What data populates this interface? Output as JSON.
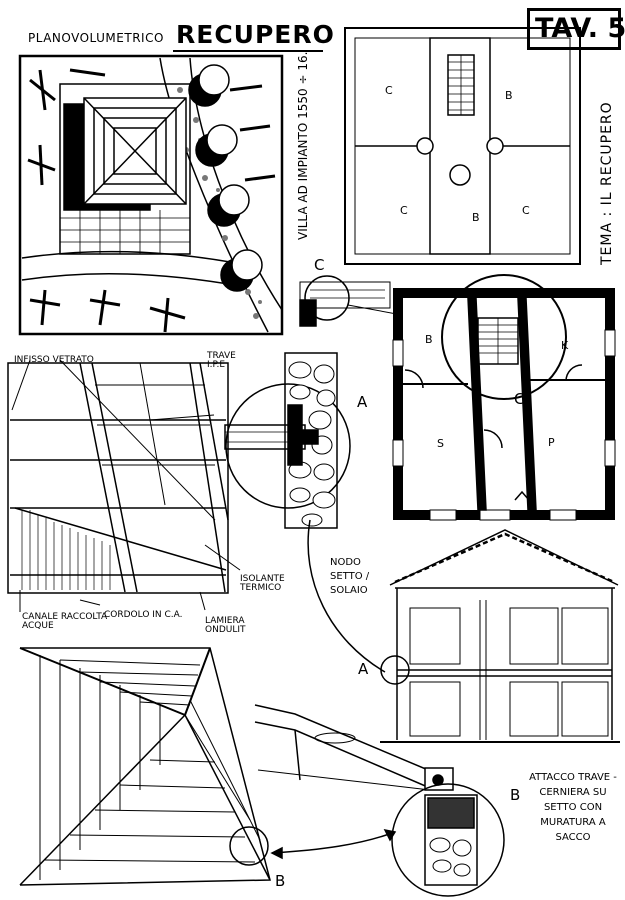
{
  "header": {
    "subtitle": "PLANOVOLUMETRICO",
    "title": "RECUPERO",
    "sheet": "TAV. 5",
    "villa": "VILLA AD IMPIANTO 1550 ÷ 16.",
    "tema": "TEMA : IL RECUPERO"
  },
  "plan_upper": {
    "rooms": [
      "C",
      "B",
      "C",
      "B",
      "C"
    ]
  },
  "plan_lower": {
    "rooms": [
      "B",
      "K",
      "S",
      "P"
    ],
    "detail_mark": "C"
  },
  "detail_c": {
    "label": "C"
  },
  "detail_a": {
    "label": "A"
  },
  "elevation_notes": {
    "infisso": "INFISSO VETRATO",
    "trave": "TRAVE I.P.E",
    "isolante": "ISOLANTE TERMICO",
    "canale": "CANALE RACCOLTA ACQUE",
    "cordolo": "CORDOLO IN C.A.",
    "lamiera": "LAMIERA ONDULIT"
  },
  "section": {
    "nodo": "NODO SETTO / SOLAIO",
    "mark": "A"
  },
  "hinge": {
    "mark_left": "B",
    "mark_right": "B",
    "note": "ATTACCO TRAVE - CERNIERA SU SETTO CON MURATURA A SACCO"
  }
}
